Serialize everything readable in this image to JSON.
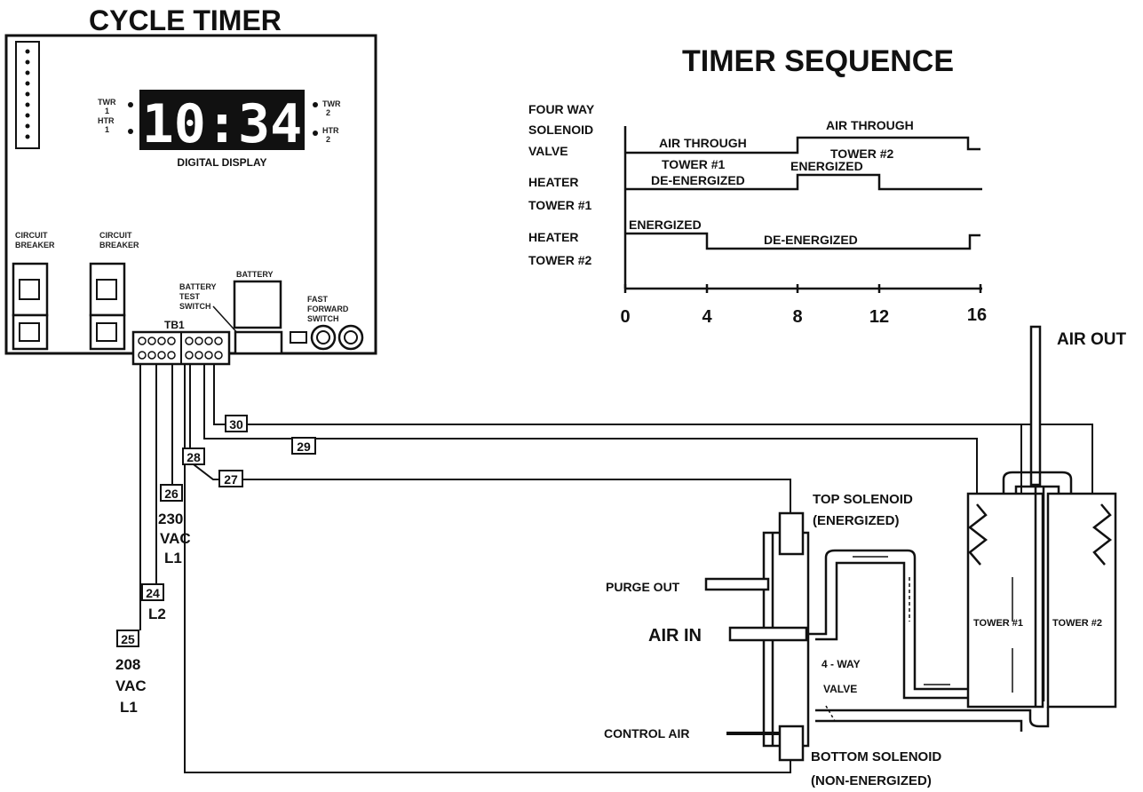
{
  "cycle_timer": {
    "title": "CYCLE TIMER",
    "display_time": "10:34",
    "display_label": "DIGITAL DISPLAY",
    "twr1": [
      "TWR",
      "1",
      "HTR",
      "1"
    ],
    "twr2": [
      "TWR",
      "2",
      "HTR",
      "2"
    ],
    "circuit_breaker_1": [
      "CIRCUIT",
      "BREAKER"
    ],
    "circuit_breaker_2": [
      "CIRCUIT",
      "BREAKER"
    ],
    "battery": "BATTERY",
    "battery_test_switch": [
      "BATTERY",
      "TEST",
      "SWITCH"
    ],
    "fast_forward_switch": [
      "FAST",
      "FORWARD",
      "SWITCH"
    ],
    "terminal_block": "TB1"
  },
  "timer_sequence": {
    "title": "TIMER SEQUENCE",
    "rows": [
      {
        "label": [
          "FOUR WAY",
          "SOLENOID",
          "VALVE"
        ]
      },
      {
        "label": [
          "HEATER",
          "TOWER #1"
        ]
      },
      {
        "label": [
          "HEATER",
          "TOWER #2"
        ]
      }
    ],
    "annotations": {
      "air_through": "AIR THROUGH",
      "tower1": "TOWER #1",
      "air_through_2": "AIR THROUGH",
      "tower2": "TOWER #2",
      "deenergized_1": "DE-ENERGIZED",
      "energized_1": "ENERGIZED",
      "energized_2": "ENERGIZED",
      "deenergized_2": "DE-ENERGIZED"
    },
    "axis_ticks": [
      "0",
      "4",
      "8",
      "12",
      "16"
    ]
  },
  "wires": {
    "w30": "30",
    "w29": "29",
    "w28": "28",
    "w27": "27",
    "w26": "26",
    "w24": "24",
    "w25": "25",
    "label_230": [
      "230",
      "VAC",
      "L1"
    ],
    "label_l2": "L2",
    "label_208": [
      "208",
      "VAC",
      "L1"
    ]
  },
  "dryer": {
    "air_out": "AIR OUT",
    "top_solenoid": [
      "TOP SOLENOID",
      "(ENERGIZED)"
    ],
    "purge_out": "PURGE OUT",
    "air_in": "AIR IN",
    "four_way_valve": [
      "4 - WAY",
      "VALVE"
    ],
    "tower1": "TOWER #1",
    "tower2": "TOWER #2",
    "control_air": "CONTROL AIR",
    "bottom_solenoid": [
      "BOTTOM SOLENOID",
      "(NON-ENERGIZED)"
    ]
  }
}
